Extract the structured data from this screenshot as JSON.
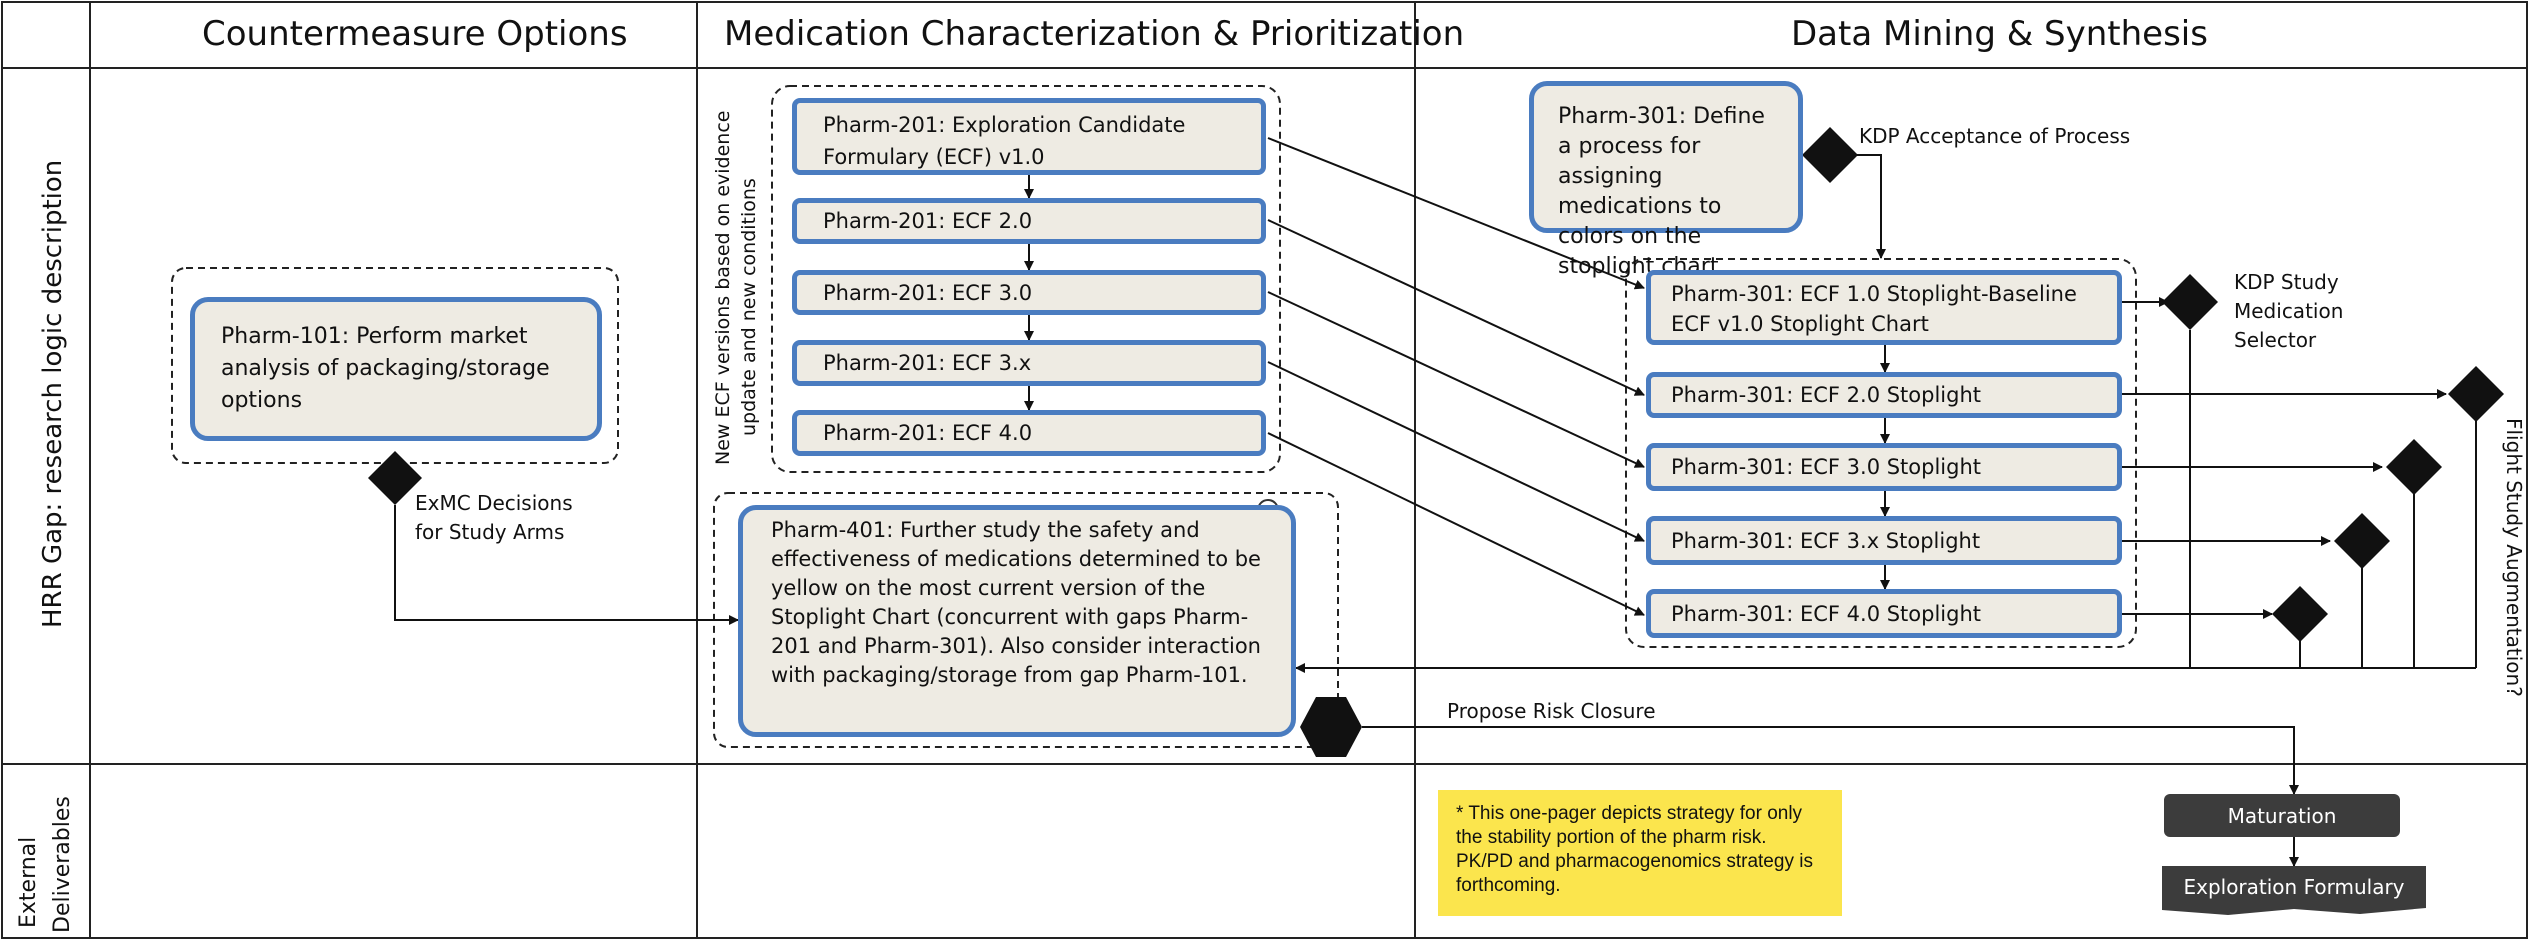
{
  "columns": {
    "countermeasure": "Countermeasure Options",
    "medication": "Medication Characterization & Prioritization",
    "datamining": "Data Mining & Synthesis"
  },
  "rows": {
    "hrr": "HRR Gap: research logic description",
    "external_line1": "External",
    "external_line2": "Deliverables"
  },
  "boxes": {
    "pharm101": "Pharm-101: Perform market analysis of packaging/storage options",
    "pharm201_v1": "Pharm-201: Exploration Candidate Formulary (ECF) v1.0",
    "pharm201_20": "Pharm-201: ECF 2.0",
    "pharm201_30": "Pharm-201: ECF 3.0",
    "pharm201_3x": "Pharm-201: ECF 3.x",
    "pharm201_40": "Pharm-201: ECF 4.0",
    "pharm401": "Pharm-401: Further study the safety and effectiveness of medications determined to be yellow on the most current version of the Stoplight Chart (concurrent with gaps Pharm-201 and Pharm-301). Also consider interaction with packaging/storage from gap Pharm-101.",
    "pharm301_def": "Pharm-301: Define a process for assigning medications to colors on the stoplight chart.",
    "pharm301_10_line1": "Pharm-301: ECF 1.0 Stoplight-Baseline",
    "pharm301_10_line2": "ECF v1.0 Stoplight Chart",
    "pharm301_20": "Pharm-301: ECF 2.0 Stoplight",
    "pharm301_30": "Pharm-301: ECF 3.0 Stoplight",
    "pharm301_3x": "Pharm-301: ECF 3.x Stoplight",
    "pharm301_40": "Pharm-301: ECF 4.0 Stoplight"
  },
  "labels": {
    "new_ecf_line1": "New ECF versions based on evidence",
    "new_ecf_line2": "update and new conditions",
    "kdp_acceptance": "KDP Acceptance of Process",
    "kdp_study_line1": "KDP Study",
    "kdp_study_line2": "Medication",
    "kdp_study_line3": "Selector",
    "exmc_line1": "ExMC Decisions",
    "exmc_line2": "for Study Arms",
    "propose_risk": "Propose Risk Closure",
    "flight_study": "Flight Study Augmentation?"
  },
  "deliverables": {
    "maturation": "Maturation",
    "exploration_formulary": "Exploration Formulary"
  },
  "note": "* This one-pager depicts strategy for only the stability portion of the pharm risk. PK/PD and pharmacogenomics strategy is forthcoming.",
  "colors": {
    "box_fill": "#eeebe3",
    "box_border": "#4a7cc0",
    "note_fill": "#fbe54d",
    "deliverable_fill": "#3c3c3c"
  },
  "icons": [
    "astronaut-icon"
  ]
}
